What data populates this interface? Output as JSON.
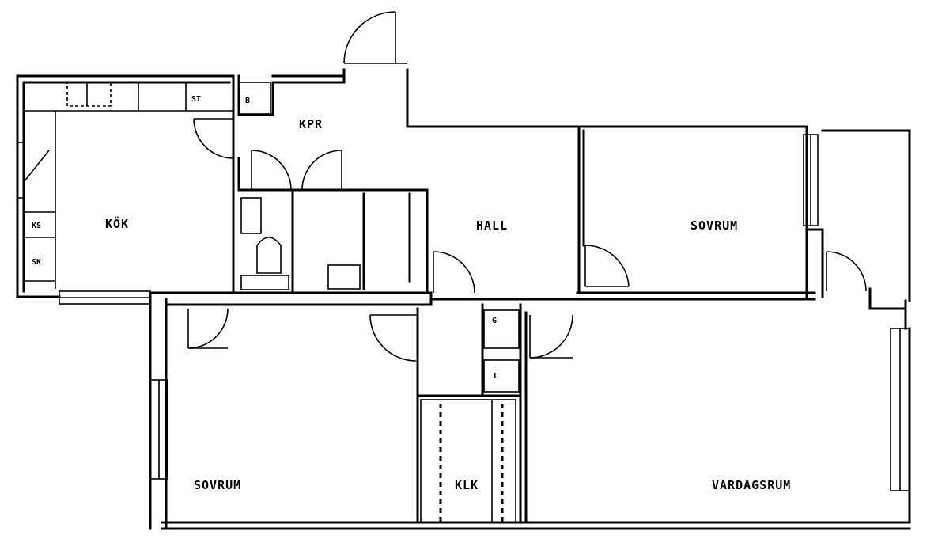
{
  "rooms": {
    "kok": "KÖK",
    "kpr": "KPR",
    "hall": "HALL",
    "sovrum_upper": "SOVRUM",
    "sovrum_lower": "SOVRUM",
    "klk": "KLK",
    "vardagsrum": "VARDAGSRUM"
  },
  "fixtures": {
    "st": "ST",
    "b": "B",
    "ks": "KS",
    "sk": "SK",
    "g": "G",
    "l": "L"
  }
}
